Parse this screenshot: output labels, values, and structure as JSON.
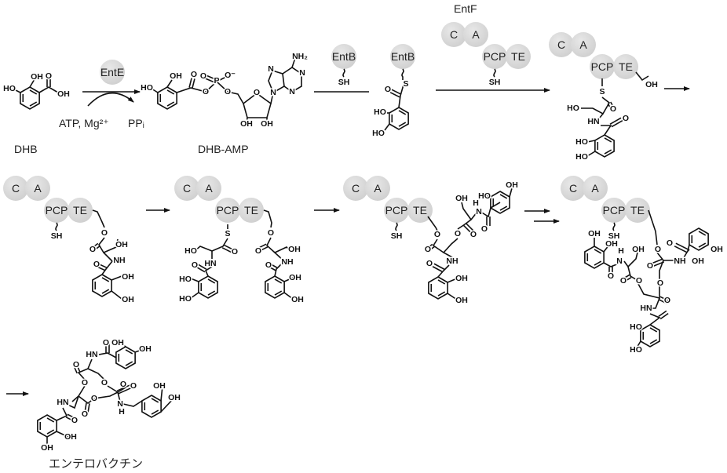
{
  "enzymes": {
    "entE": "EntE",
    "entB": "EntB",
    "entF_title": "EntF",
    "domains": {
      "c": "C",
      "a": "A",
      "pcp": "PCP",
      "te": "TE"
    }
  },
  "captions": {
    "dhb": "DHB",
    "dhb_amp": "DHB-AMP",
    "cofactors": "ATP, Mg²⁺",
    "byproduct": "PPᵢ",
    "product": "エンテロバクチン"
  },
  "thiol": "SH",
  "structures": {
    "dhb": [
      "HO",
      "OH",
      "O",
      "OH"
    ],
    "dhb_amp": [
      "HO",
      "OH",
      "O",
      "O",
      "O",
      "P",
      "O⁻",
      "O",
      "O",
      "N",
      "N",
      "NH₂",
      "N",
      "N",
      "OH",
      "OH"
    ],
    "entb_loaded": [
      "S",
      "O",
      "HO",
      "HO"
    ],
    "entf_loaded": [
      "OH",
      "HO",
      "S",
      "O",
      "HN",
      "O",
      "HO",
      "HO"
    ],
    "row2_a": [
      "O",
      "O",
      "OH",
      "NH",
      "O",
      "OH",
      "OH"
    ],
    "row2_b": [
      "S",
      "HO",
      "O",
      "HN",
      "O",
      "HO",
      "HO",
      "O",
      "O",
      "OH",
      "NH",
      "O",
      "OH",
      "OH"
    ],
    "row2_c": [
      "OH",
      "HO",
      "H",
      "N",
      "OH",
      "O",
      "O",
      "O",
      "O",
      "O",
      "NH",
      "O",
      "OH",
      "OH"
    ],
    "row2_d": [
      "OH",
      "OH",
      "H",
      "N",
      "O",
      "OH",
      "O",
      "O",
      "O",
      "O",
      "NH",
      "OH",
      "OH",
      "O",
      "O",
      "HN",
      "O",
      "HO",
      "HO"
    ],
    "enterobactin": [
      "O",
      "OH",
      "OH",
      "HN",
      "O",
      "O",
      "O",
      "O",
      "O",
      "OH",
      "OH",
      "HN",
      "O",
      "N",
      "H",
      "O",
      "O",
      "OH",
      "OH"
    ]
  }
}
